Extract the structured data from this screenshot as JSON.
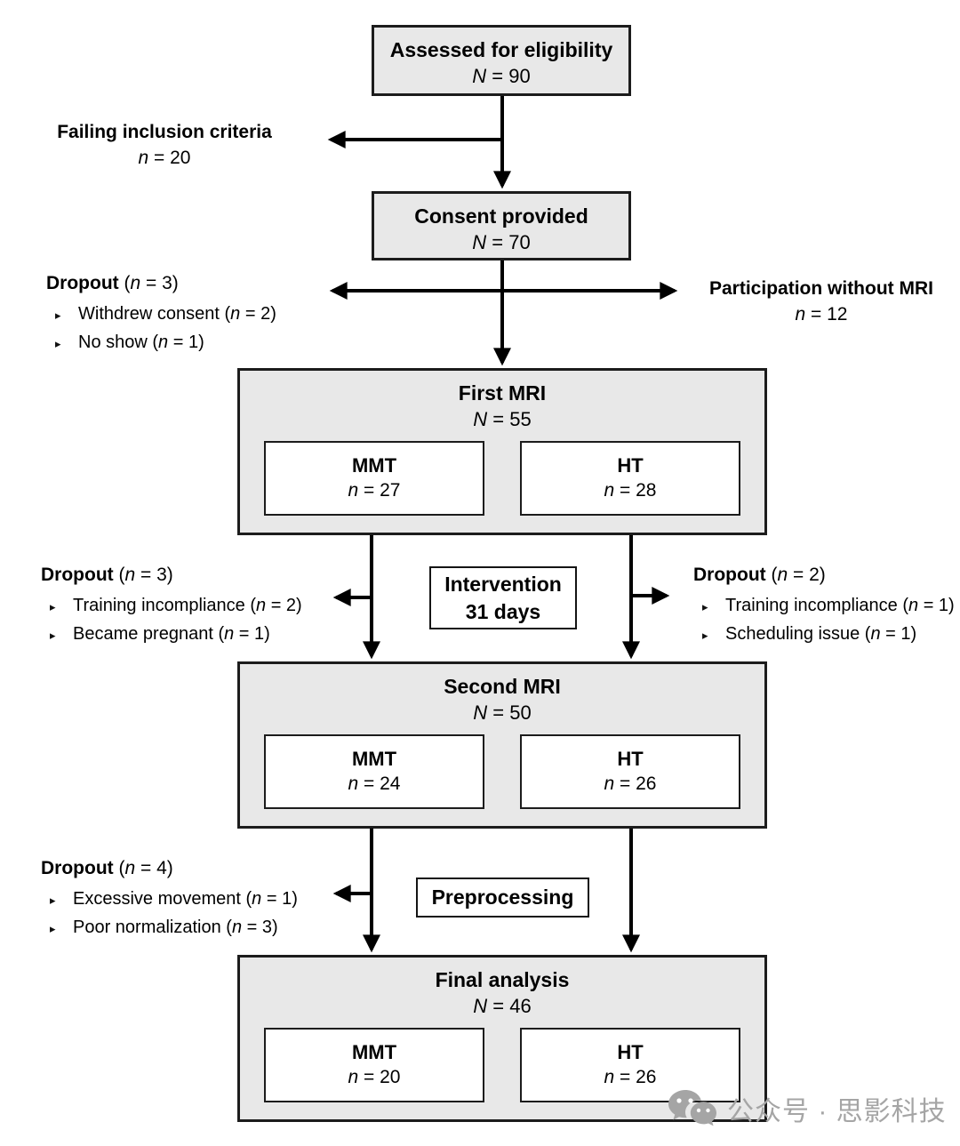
{
  "boxes": {
    "assessed": {
      "title": "Assessed for eligibility",
      "n_italic": "N",
      "n_rest": " = 90"
    },
    "consent": {
      "title": "Consent provided",
      "n_italic": "N",
      "n_rest": " = 70"
    },
    "first_mri": {
      "title": "First MRI",
      "n_italic": "N",
      "n_rest": " = 55",
      "mmt": {
        "title": "MMT",
        "n_italic": "n",
        "n_rest": " = 27"
      },
      "ht": {
        "title": "HT",
        "n_italic": "n",
        "n_rest": " = 28"
      }
    },
    "second_mri": {
      "title": "Second MRI",
      "n_italic": "N",
      "n_rest": " = 50",
      "mmt": {
        "title": "MMT",
        "n_italic": "n",
        "n_rest": " = 24"
      },
      "ht": {
        "title": "HT",
        "n_italic": "n",
        "n_rest": " = 26"
      }
    },
    "final": {
      "title": "Final analysis",
      "n_italic": "N",
      "n_rest": " = 46",
      "mmt": {
        "title": "MMT",
        "n_italic": "n",
        "n_rest": " = 20"
      },
      "ht": {
        "title": "HT",
        "n_italic": "n",
        "n_rest": " = 26"
      }
    },
    "intervention": {
      "line1": "Intervention",
      "line2": "31 days"
    },
    "preprocessing": {
      "title": "Preprocessing"
    }
  },
  "annotations": {
    "bullet_char": "▸",
    "failing": {
      "title": "Failing inclusion criteria",
      "n_italic": "n",
      "n_rest": " = 20"
    },
    "participation": {
      "title": "Participation without MRI",
      "n_italic": "n",
      "n_rest": " = 12"
    },
    "dropout_consent": {
      "bold": "Dropout",
      "paren_pre": " (",
      "n_italic": "n",
      "paren_post": " = 3)",
      "items": [
        {
          "pre": "Withdrew consent (",
          "n": "n",
          "post": " = 2)"
        },
        {
          "pre": "No show (",
          "n": "n",
          "post": " = 1)"
        }
      ]
    },
    "dropout_intervention_left": {
      "bold": "Dropout",
      "paren_pre": " (",
      "n_italic": "n",
      "paren_post": " = 3)",
      "items": [
        {
          "pre": "Training incompliance (",
          "n": "n",
          "post": " = 2)"
        },
        {
          "pre": "Became pregnant (",
          "n": "n",
          "post": " = 1)"
        }
      ]
    },
    "dropout_intervention_right": {
      "bold": "Dropout",
      "paren_pre": " (",
      "n_italic": "n",
      "paren_post": " = 2)",
      "items": [
        {
          "pre": "Training incompliance (",
          "n": "n",
          "post": " = 1)"
        },
        {
          "pre": "Scheduling issue (",
          "n": "n",
          "post": " = 1)"
        }
      ]
    },
    "dropout_preprocessing": {
      "bold": "Dropout",
      "paren_pre": " (",
      "n_italic": "n",
      "paren_post": " = 4)",
      "items": [
        {
          "pre": "Excessive movement (",
          "n": "n",
          "post": " = 1)"
        },
        {
          "pre": "Poor normalization (",
          "n": "n",
          "post": " = 3)"
        }
      ]
    }
  },
  "watermark": {
    "text": "公众号 · 思影科技"
  },
  "colors": {
    "box_fill": "#e8e8e8",
    "box_border": "#1c1c1c",
    "inner_fill": "#ffffff",
    "arrow": "#000000",
    "watermark": "#a5a5a5"
  }
}
